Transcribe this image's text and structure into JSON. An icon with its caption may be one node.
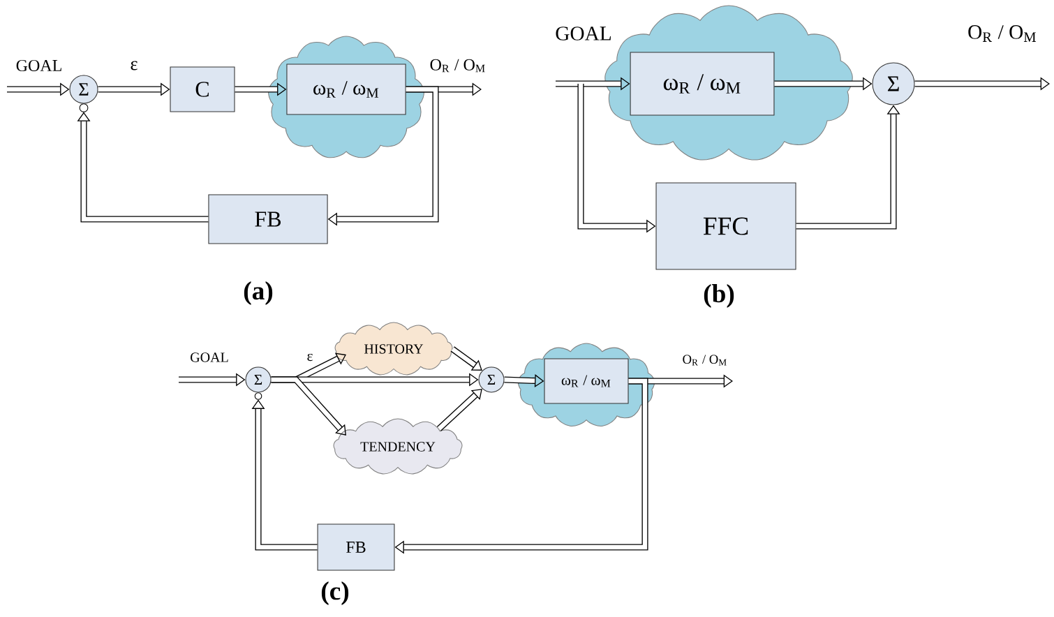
{
  "diagram": {
    "nodes": [
      {
        "text": [
          "Σ"
        ]
      },
      {
        "text": [
          "C"
        ]
      },
      {
        "text": [],
        "shape": "cloud"
      },
      {
        "text": [
          "ω$_{R}$ / ω$_{M}$"
        ],
        "in": 2
      },
      {
        "text": [
          "FB"
        ]
      },
      {
        "text": [],
        "shape": "cloud"
      },
      {
        "text": [
          "ω$_{R}$ / ω$_{M}$"
        ],
        "in": 5
      },
      {
        "text": [
          "Σ"
        ]
      },
      {
        "text": [
          "FFC"
        ]
      },
      {
        "text": [
          "Σ"
        ]
      },
      {
        "text": [
          "HISTORY"
        ]
      },
      {
        "text": [
          "Σ"
        ]
      },
      {
        "text": [
          "TENDENCY"
        ]
      },
      {
        "text": [],
        "shape": "cloud"
      },
      {
        "text": [
          "ω$_{R}$ / ω$_{M}$"
        ],
        "in": 13
      },
      {
        "text": [
          "FB"
        ]
      }
    ],
    "edges": [
      {
        "from": null,
        "to": 0,
        "arrow": "to",
        "label": "GOAL"
      },
      {
        "from": 0,
        "to": 1,
        "arrow": "to",
        "label": "ε"
      },
      {
        "from": 1,
        "to": 3,
        "arrow": "to"
      },
      {
        "from": 3,
        "to": null,
        "arrow": "to",
        "label": "O$_{R}$ / O$_{M}$"
      },
      {
        "from": 3,
        "to": 4,
        "arrow": "to"
      },
      {
        "from": 4,
        "to": 0,
        "arrow": "to"
      },
      {
        "from": null,
        "to": 6,
        "arrow": "to",
        "label": "GOAL"
      },
      {
        "from": null,
        "to": 8,
        "arrow": "to"
      },
      {
        "from": 6,
        "to": 7,
        "arrow": "to"
      },
      {
        "from": 8,
        "to": 7,
        "arrow": "to"
      },
      {
        "from": 7,
        "to": null,
        "arrow": "to",
        "label": "O$_{R}$ / O$_{M}$"
      },
      {
        "from": null,
        "to": 9,
        "arrow": "to",
        "label": "GOAL"
      },
      {
        "from": 9,
        "to": 10,
        "arrow": "to"
      },
      {
        "from": 9,
        "to": 11,
        "arrow": "to",
        "label": "ε"
      },
      {
        "from": 9,
        "to": 12,
        "arrow": "to"
      },
      {
        "from": 10,
        "to": 11,
        "arrow": "to"
      },
      {
        "from": 12,
        "to": 11,
        "arrow": "to"
      },
      {
        "from": 11,
        "to": 14,
        "arrow": "to"
      },
      {
        "from": 14,
        "to": null,
        "arrow": "to",
        "label": "O$_{R}$ / O$_{M}$"
      },
      {
        "from": 14,
        "to": 15,
        "arrow": "to"
      },
      {
        "from": 15,
        "to": 9,
        "arrow": "to"
      }
    ],
    "labels": [
      "(a)",
      "(b)",
      "(c)"
    ]
  }
}
